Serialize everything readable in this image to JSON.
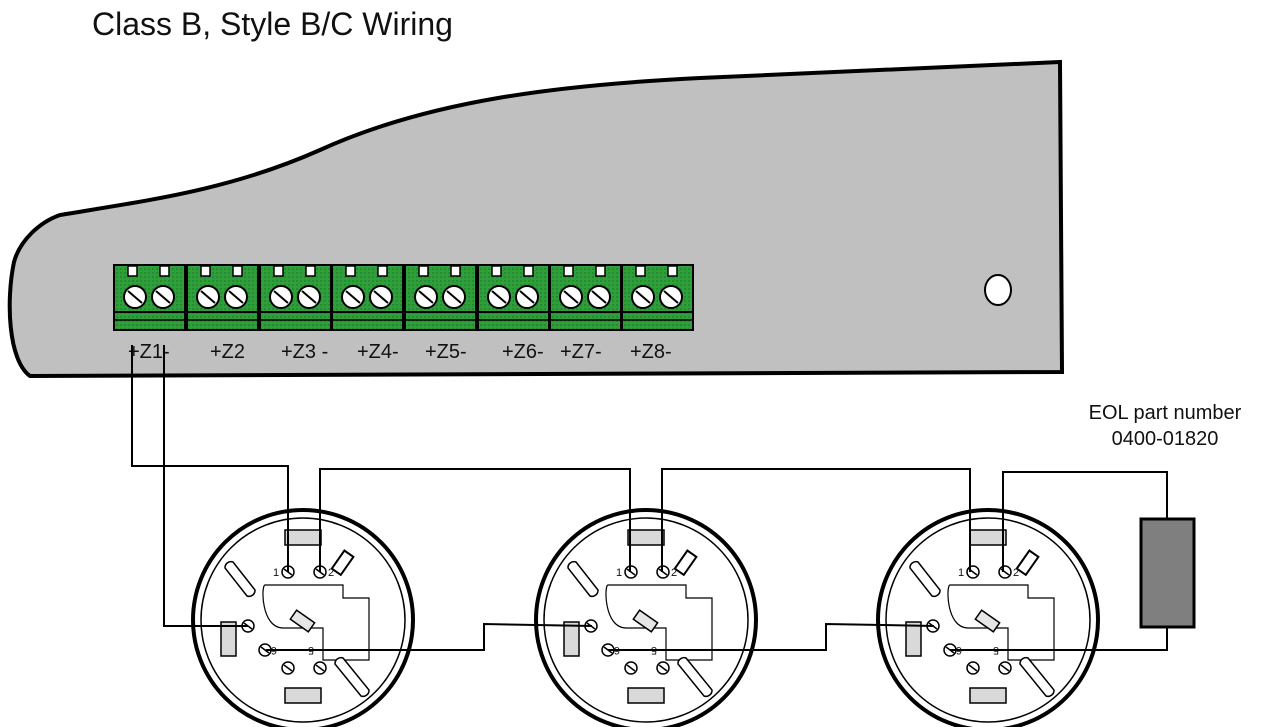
{
  "title": "Class B, Style B/C Wiring",
  "eol": {
    "line1": "EOL part number",
    "line2": "0400-01820"
  },
  "zones": [
    "+Z1-",
    "+Z2",
    "+Z3 -",
    "+Z4-",
    "+Z5-",
    "+Z6-",
    "+Z7-",
    "+Z8-"
  ],
  "detector_terminals": {
    "t1": "1",
    "t2": "2",
    "t5": "5",
    "t6": "6"
  },
  "colors": {
    "panel": "#c0c0c0",
    "terminal_block": "#2e9f3a",
    "eol_resistor": "#7f7f7f",
    "wire": "#000000"
  }
}
